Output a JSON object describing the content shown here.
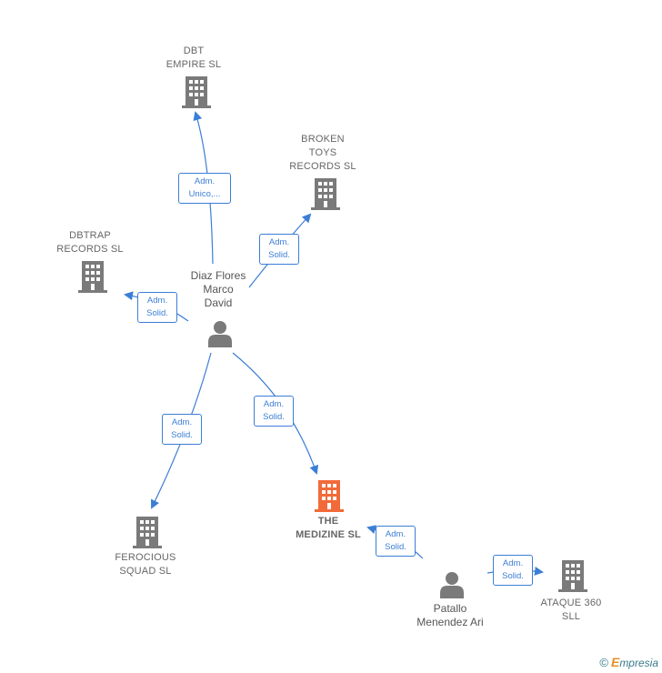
{
  "nodes": {
    "dbt_empire": {
      "label": "DBT\nEMPIRE  SL"
    },
    "broken_toys": {
      "label": "BROKEN\nTOYS\nRECORDS  SL"
    },
    "dbtrap": {
      "label": "DBTRAP\nRECORDS  SL"
    },
    "diaz": {
      "label": "Diaz Flores\nMarco\nDavid"
    },
    "ferocious": {
      "label": "FEROCIOUS\nSQUAD  SL"
    },
    "medizine": {
      "label": "THE\nMEDIZINE  SL"
    },
    "patallo": {
      "label": "Patallo\nMenendez Ari"
    },
    "ataque": {
      "label": "ATAQUE 360\nSLL"
    }
  },
  "edges": {
    "to_dbt_empire": "Adm.\nUnico,...",
    "to_broken_toys": "Adm.\nSolid.",
    "to_dbtrap": "Adm.\nSolid.",
    "to_ferocious": "Adm.\nSolid.",
    "to_medizine": "Adm.\nSolid.",
    "patallo_to_medizine": "Adm.\nSolid.",
    "patallo_to_ataque": "Adm.\nSolid."
  },
  "colors": {
    "edge": "#3c7ed6",
    "company": "#7a7a7a",
    "focus_company": "#f26a3a",
    "person": "#7a7a7a"
  },
  "footer": {
    "copyright": "©",
    "brand_initial": "E",
    "brand_rest": "mpresia"
  }
}
